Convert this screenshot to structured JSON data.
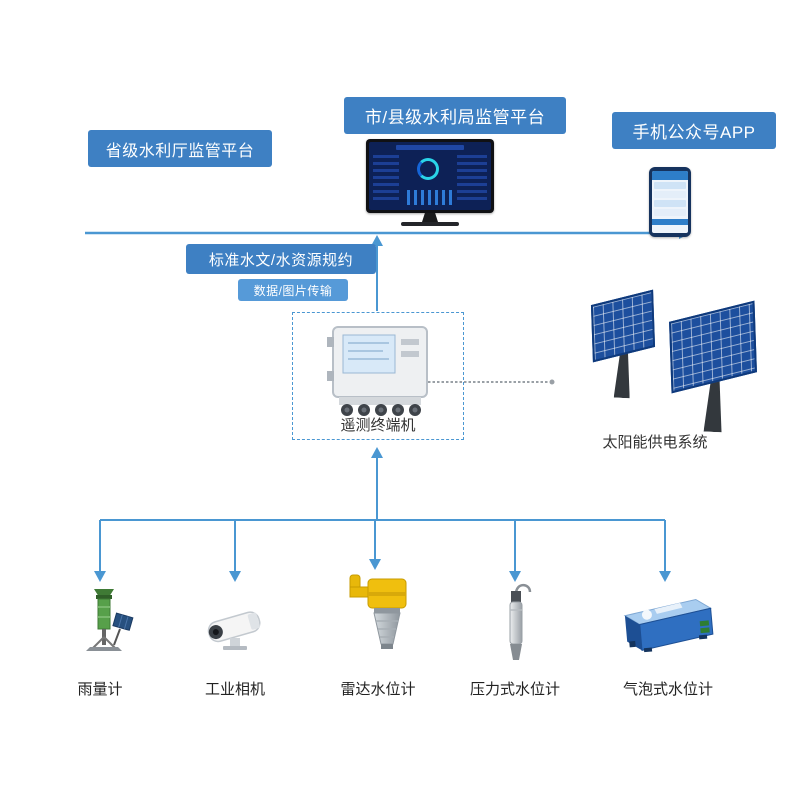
{
  "diagram": {
    "platforms": {
      "provincial": {
        "label": "省级水利厅监管平台"
      },
      "city": {
        "label": "市/县级水利局监管平台"
      },
      "app": {
        "label": "手机公众号APP"
      }
    },
    "links": {
      "protocol": "标准水文/水资源规约",
      "transmission": "数据/图片传输"
    },
    "rtu": {
      "label": "遥测终端机"
    },
    "solar": {
      "label": "太阳能供电系统"
    },
    "sensors": [
      {
        "label": "雨量计"
      },
      {
        "label": "工业相机"
      },
      {
        "label": "雷达水位计"
      },
      {
        "label": "压力式水位计"
      },
      {
        "label": "气泡式水位计"
      }
    ],
    "colors": {
      "box_blue": "#3e80c3",
      "box_blue_light": "#569ad8",
      "line_blue": "#4a97d2",
      "panel_blue": "#1d4f9e",
      "device_yellow": "#f0bf0e",
      "device_green": "#57a04a"
    }
  }
}
